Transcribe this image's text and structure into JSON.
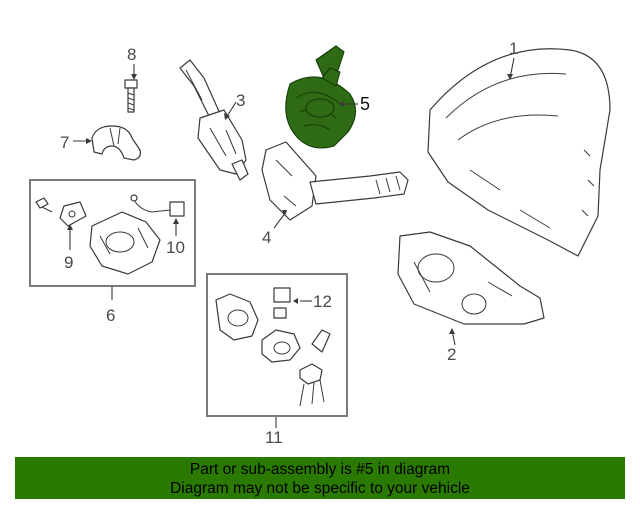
{
  "callouts": {
    "c1": "1",
    "c2": "2",
    "c3": "3",
    "c4": "4",
    "c5": "5",
    "c6": "6",
    "c7": "7",
    "c8": "8",
    "c9": "9",
    "c10": "10",
    "c11": "11",
    "c12": "12"
  },
  "highlighted_part": "5",
  "colors": {
    "highlight": "#2f6a14",
    "banner": "#2a7a00"
  },
  "banner": {
    "line1": "Part or sub-assembly is #5 in diagram",
    "line2": "Diagram may not be specific to your vehicle"
  }
}
